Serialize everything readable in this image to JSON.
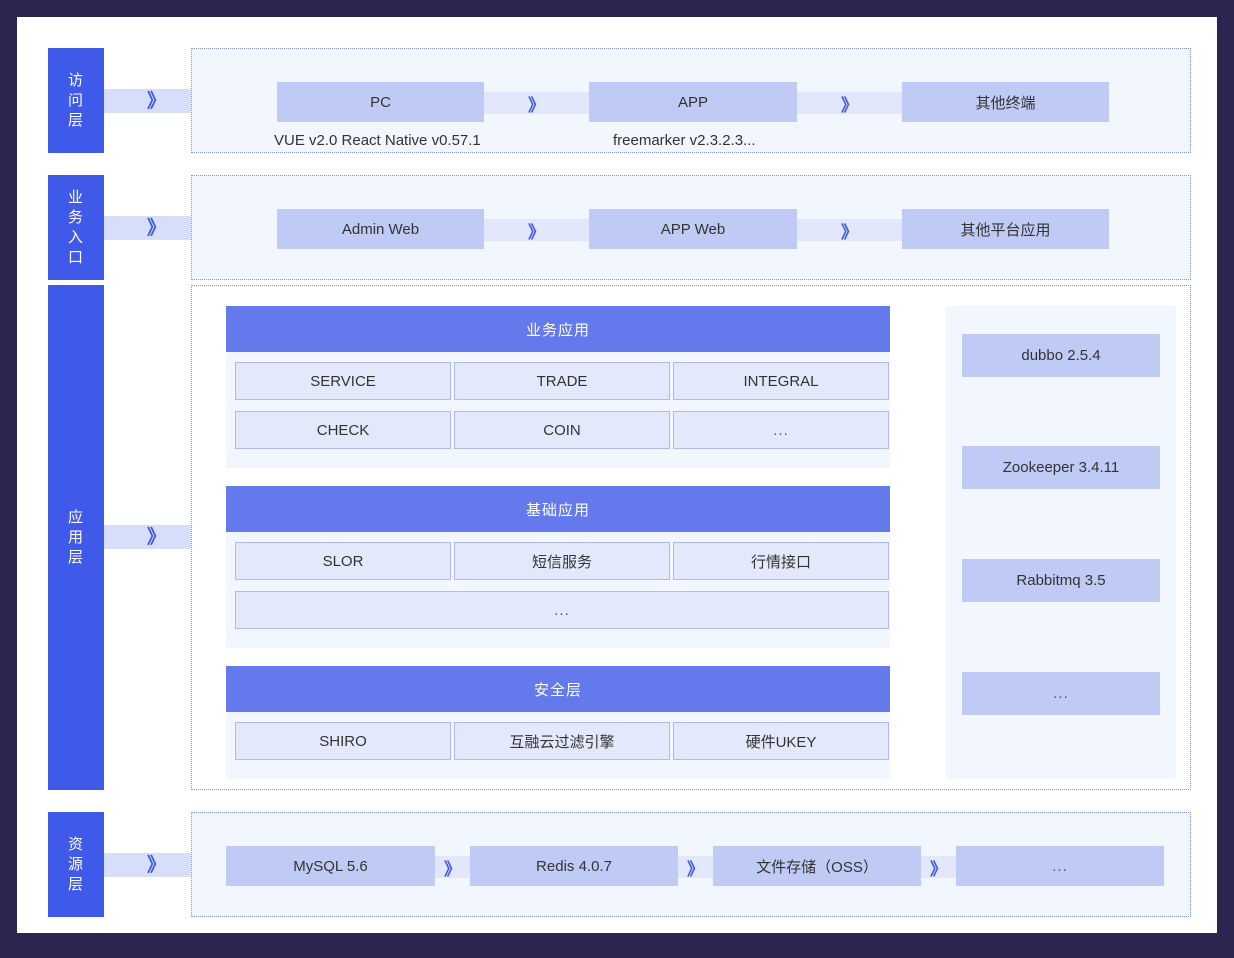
{
  "theme": {
    "frame_color": "#2b2550",
    "layer_label_color": "#3f5ae8",
    "group_header_color": "#6379ec",
    "box_color": "#bfcaf5",
    "cell_color": "#e3e8fb",
    "band_bg": "#f2f6fe",
    "connector_color": "#d7deFA",
    "chevron_color": "#3f5ae8",
    "dotted_border_color": "#8296ef"
  },
  "icons": {
    "chevron": "》",
    "ellipsis": "..."
  },
  "layers": [
    {
      "id": "access",
      "label": "访问层",
      "boxes": [
        {
          "label": "PC",
          "caption": "VUE v2.0 React Native v0.57.1"
        },
        {
          "label": "APP",
          "caption": "freemarker v2.3.2.3..."
        },
        {
          "label": "其他终端",
          "caption": ""
        }
      ]
    },
    {
      "id": "business-entry",
      "label": "业务入口",
      "boxes": [
        {
          "label": "Admin  Web",
          "caption": ""
        },
        {
          "label": "APP  Web",
          "caption": ""
        },
        {
          "label": "其他平台应用",
          "caption": ""
        }
      ]
    },
    {
      "id": "application",
      "label": "应用层",
      "groups": [
        {
          "id": "business-app",
          "title": "业务应用",
          "cells": [
            "SERVICE",
            "TRADE",
            "INTEGRAL",
            "CHECK",
            "COIN",
            "..."
          ]
        },
        {
          "id": "basic-app",
          "title": "基础应用",
          "cells": [
            "SLOR",
            "短信服务",
            "行情接口"
          ],
          "wide_cell": "..."
        },
        {
          "id": "security",
          "title": "安全层",
          "cells": [
            "SHIRO",
            "互融云过滤引擎",
            "硬件UKEY"
          ]
        }
      ],
      "middleware": [
        "dubbo 2.5.4",
        "Zookeeper 3.4.11",
        "Rabbitmq 3.5",
        "..."
      ]
    },
    {
      "id": "resource",
      "label": "资源层",
      "boxes": [
        {
          "label": "MySQL 5.6",
          "caption": ""
        },
        {
          "label": "Redis 4.0.7",
          "caption": ""
        },
        {
          "label": "文件存储（OSS）",
          "caption": ""
        },
        {
          "label": "...",
          "caption": ""
        }
      ]
    }
  ]
}
